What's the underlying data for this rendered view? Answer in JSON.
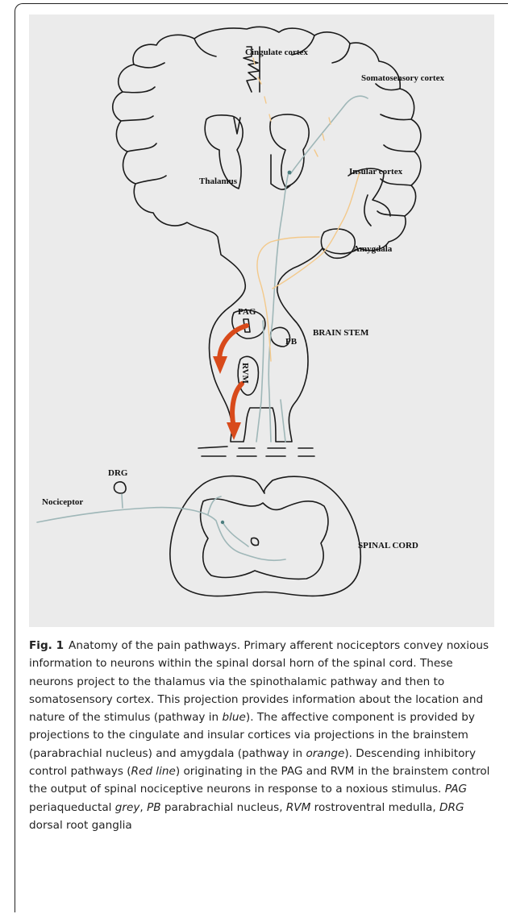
{
  "figure": {
    "labels": {
      "cingulate": "Cingulate cortex",
      "somatosensory": "Somatosensory cortex",
      "thalamus": "Thalamus",
      "insular": "Insular cortex",
      "amygdala": "Amygdala",
      "pag": "PAG",
      "pb": "PB",
      "brainstem": "BRAIN STEM",
      "rvm": "RVM",
      "drg": "DRG",
      "nociceptor": "Nociceptor",
      "spinal_cord": "SPINAL CORD"
    },
    "colors": {
      "background": "#ebebeb",
      "outline": "#1a1a1a",
      "ascending_pathway": "#9fb7b8",
      "affective_pathway": "#f3c98b",
      "descending_pathway": "#d84a1b"
    }
  },
  "caption": {
    "label": "Fig. 1",
    "parts": [
      "Anatomy of the pain pathways. Primary afferent nociceptors convey noxious information to neurons within the spinal dorsal horn of the spinal cord. These neurons project to the thalamus via the spinothalamic pathway and then to somatosensory cortex. This projection provides information about the location and nature of the stimulus (pathway in ",
      "blue",
      "). The affective component is provided by projections to the cingulate and insular cortices via projections in the brainstem (parabrachial nucleus) and amygdala (pathway in ",
      "orange",
      "). Descending inhibitory control pathways (",
      "Red line",
      ") originating in the PAG and RVM in the brainstem control the output of spinal nociceptive neurons in response to a noxious stimulus. ",
      "PAG",
      " periaqueductal ",
      "grey",
      ", ",
      "PB",
      " parabrachial nucleus, ",
      "RVM",
      " rostroventral medulla, ",
      "DRG",
      " dorsal root ganglia"
    ]
  }
}
